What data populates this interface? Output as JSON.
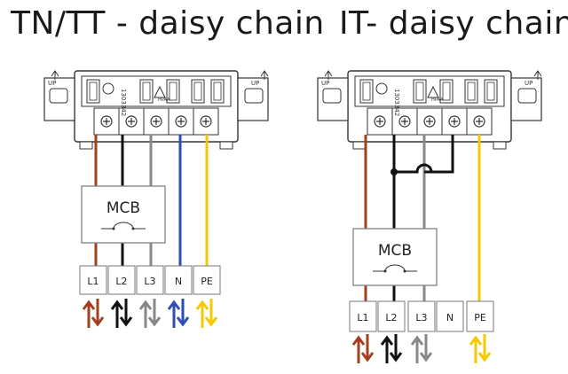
{
  "titles": {
    "left": "TN/TT - daisy chain",
    "right": "IT- daisy chain"
  },
  "connector": {
    "part_number": "1303342",
    "up_marking": "UP",
    "mark": "HPAA"
  },
  "breaker_label": "MCB",
  "terminals": [
    "L1",
    "L2",
    "L3",
    "N",
    "PE"
  ],
  "colors": {
    "L1": "#a0401e",
    "L2": "#111111",
    "L3": "#888888",
    "N": "#2f4eb0",
    "PE": "#f5c800",
    "outline": "#333333"
  }
}
